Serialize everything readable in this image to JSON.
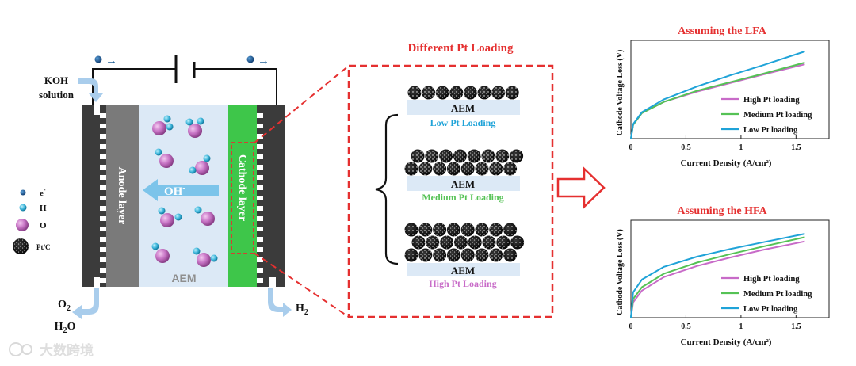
{
  "cell": {
    "koh_label_line1": "KOH",
    "koh_label_line2": "solution",
    "anode_label": "Anode layer",
    "cathode_label": "Cathode layer",
    "oh_label": "OH",
    "oh_superscript": "-",
    "aem_label": "AEM",
    "o2_label": "O",
    "o2_subscript": "2",
    "h2o_label": "H",
    "h2o_subscript": "2",
    "h2o_suffix": "O",
    "h2_label": "H",
    "h2_subscript": "2",
    "electron_arrow": "→"
  },
  "legend": {
    "electron": "e",
    "electron_superscript": "-",
    "hydrogen": "H",
    "oxygen": "O",
    "catalyst": "Pt/C"
  },
  "loading_panel": {
    "title": "Different Pt Loading",
    "low": {
      "aem": "AEM",
      "label": "Low Pt Loading"
    },
    "medium": {
      "aem": "AEM",
      "label": "Medium Pt Loading"
    },
    "high": {
      "aem": "AEM",
      "label": "High Pt Loading"
    }
  },
  "colors": {
    "red": "#e53030",
    "high": "#c86bc8",
    "medium": "#55c255",
    "low": "#1fa3d8",
    "cathode_green": "#3ec64a",
    "anode_gray": "#7a7a7a",
    "aem_blue": "#dce9f6"
  },
  "watermark": {
    "text": "大数跨境"
  },
  "chart_data": [
    {
      "type": "line",
      "title": "Assuming the LFA",
      "xlabel": "Current Density (A/cm²)",
      "ylabel": "Cathode Voltage Loss (V)",
      "xlim": [
        0,
        1.8
      ],
      "xticks": [
        "0",
        "0.5",
        "1",
        "1.5"
      ],
      "xtick_values": [
        0,
        0.5,
        1,
        1.5
      ],
      "y_tick_labels": "none",
      "legend_position": "lower-right",
      "series": [
        {
          "name": "High Pt loading",
          "color": "#c86bc8",
          "x": [
            0,
            0.02,
            0.1,
            0.3,
            0.6,
            0.9,
            1.2,
            1.58
          ],
          "y": [
            0.0,
            0.16,
            0.3,
            0.43,
            0.55,
            0.65,
            0.75,
            0.87
          ]
        },
        {
          "name": "Medium Pt loading",
          "color": "#55c255",
          "x": [
            0,
            0.02,
            0.1,
            0.3,
            0.6,
            0.9,
            1.2,
            1.58
          ],
          "y": [
            0.0,
            0.16,
            0.3,
            0.43,
            0.56,
            0.66,
            0.76,
            0.89
          ]
        },
        {
          "name": "Low Pt loading",
          "color": "#1fa3d8",
          "x": [
            0,
            0.02,
            0.1,
            0.3,
            0.6,
            0.9,
            1.2,
            1.58
          ],
          "y": [
            0.0,
            0.17,
            0.31,
            0.46,
            0.61,
            0.74,
            0.86,
            1.02
          ]
        }
      ]
    },
    {
      "type": "line",
      "title": "Assuming the HFA",
      "xlabel": "Current Density (A/cm²)",
      "ylabel": "Cathode Voltage Loss (V)",
      "xlim": [
        0,
        1.8
      ],
      "xticks": [
        "0",
        "0.5",
        "1",
        "1.5"
      ],
      "xtick_values": [
        0,
        0.5,
        1,
        1.5
      ],
      "y_tick_labels": "none",
      "legend_position": "lower-right",
      "series": [
        {
          "name": "High Pt loading",
          "color": "#c86bc8",
          "x": [
            0,
            0.02,
            0.1,
            0.3,
            0.6,
            0.9,
            1.2,
            1.58
          ],
          "y": [
            0.0,
            0.18,
            0.32,
            0.48,
            0.61,
            0.71,
            0.8,
            0.9
          ]
        },
        {
          "name": "Medium Pt loading",
          "color": "#55c255",
          "x": [
            0,
            0.02,
            0.1,
            0.3,
            0.6,
            0.9,
            1.2,
            1.58
          ],
          "y": [
            0.0,
            0.22,
            0.36,
            0.52,
            0.65,
            0.75,
            0.84,
            0.95
          ]
        },
        {
          "name": "Low Pt loading",
          "color": "#1fa3d8",
          "x": [
            0,
            0.02,
            0.1,
            0.3,
            0.6,
            0.9,
            1.2,
            1.58
          ],
          "y": [
            0.0,
            0.3,
            0.45,
            0.6,
            0.72,
            0.81,
            0.89,
            0.99
          ]
        }
      ]
    }
  ]
}
